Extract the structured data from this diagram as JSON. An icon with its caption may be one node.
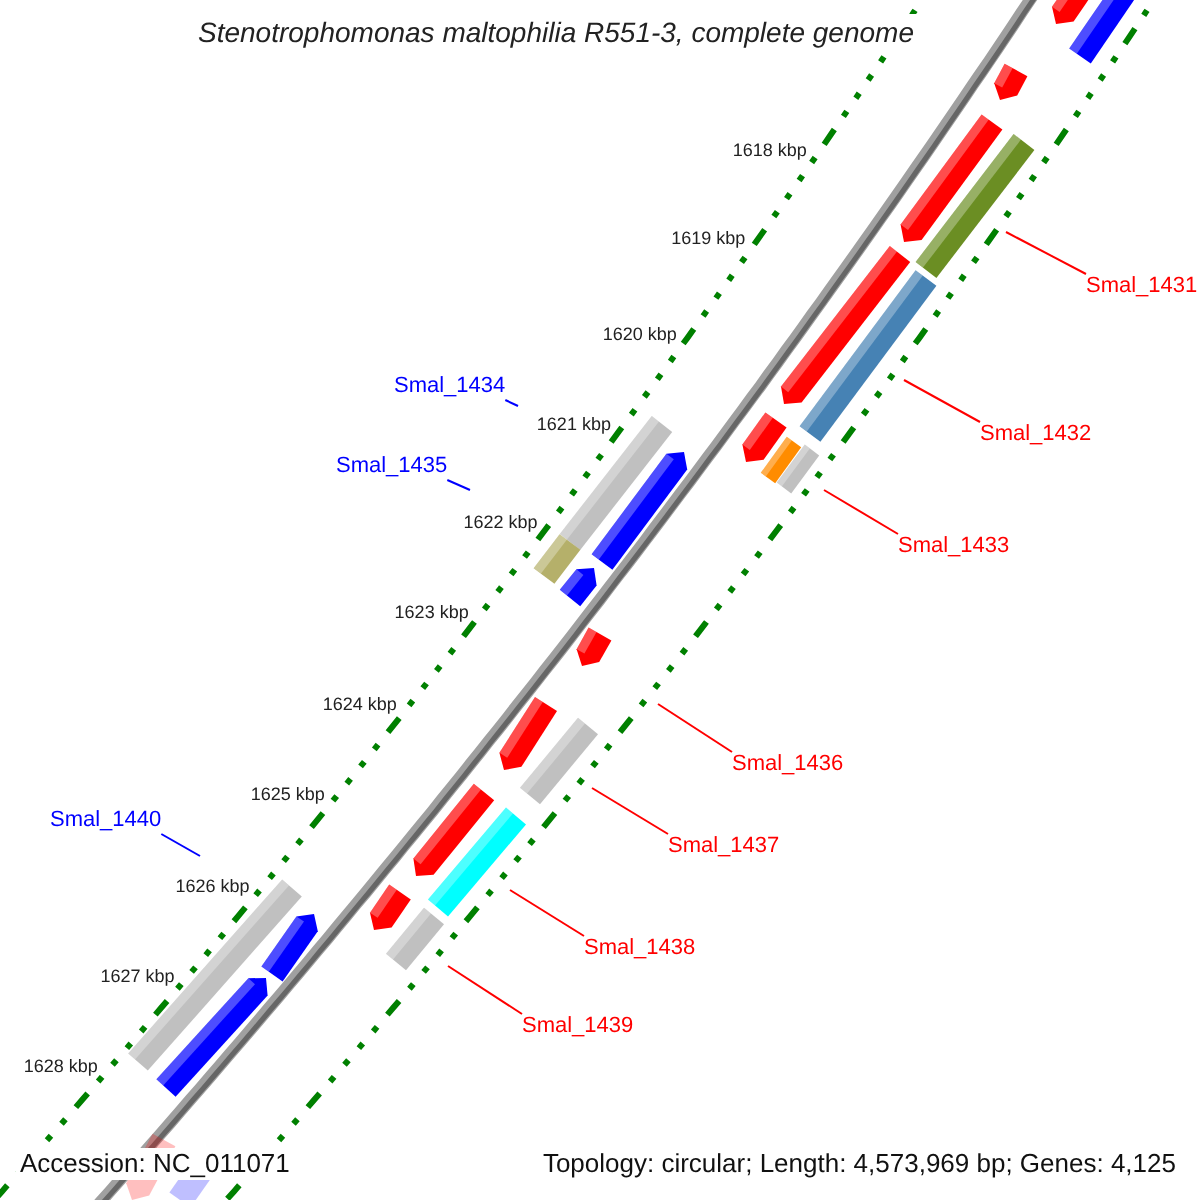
{
  "diagram": {
    "title": "Stenotrophomonas maltophilia R551-3, complete genome",
    "nodes": [
      {
        "text": [
          "Smal_1431"
        ]
      },
      {
        "text": [
          "Smal_1432"
        ]
      },
      {
        "text": [
          "Smal_1433"
        ]
      },
      {
        "text": [
          "Smal_1434"
        ]
      },
      {
        "text": [
          "Smal_1435"
        ]
      },
      {
        "text": [
          "Smal_1436"
        ]
      },
      {
        "text": [
          "Smal_1437"
        ]
      },
      {
        "text": [
          "Smal_1438"
        ]
      },
      {
        "text": [
          "Smal_1439"
        ]
      },
      {
        "text": [
          "Smal_1440"
        ]
      }
    ],
    "edges": [
      {
        "from": 0,
        "to": null,
        "arrow": "none"
      },
      {
        "from": 1,
        "to": null,
        "arrow": "none"
      },
      {
        "from": 2,
        "to": null,
        "arrow": "none"
      },
      {
        "from": 3,
        "to": null,
        "arrow": "none",
        "color": "#0000ff"
      },
      {
        "from": 4,
        "to": null,
        "arrow": "none",
        "color": "#0000ff"
      },
      {
        "from": 5,
        "to": null,
        "arrow": "none"
      },
      {
        "from": 6,
        "to": null,
        "arrow": "none"
      },
      {
        "from": 7,
        "to": null,
        "arrow": "none"
      },
      {
        "from": 8,
        "to": null,
        "arrow": "none"
      },
      {
        "from": 9,
        "to": null,
        "arrow": "none",
        "color": "#0000ff"
      }
    ],
    "labels": [
      "1618 kbp",
      "1619 kbp",
      "1620 kbp",
      "1621 kbp",
      "1622 kbp",
      "1623 kbp",
      "1624 kbp",
      "1625 kbp",
      "1626 kbp",
      "1627 kbp",
      "1628 kbp",
      "Accession: NC_011071",
      "Topology: circular; Length: 4,573,969 bp; Genes: 4,125"
    ]
  }
}
